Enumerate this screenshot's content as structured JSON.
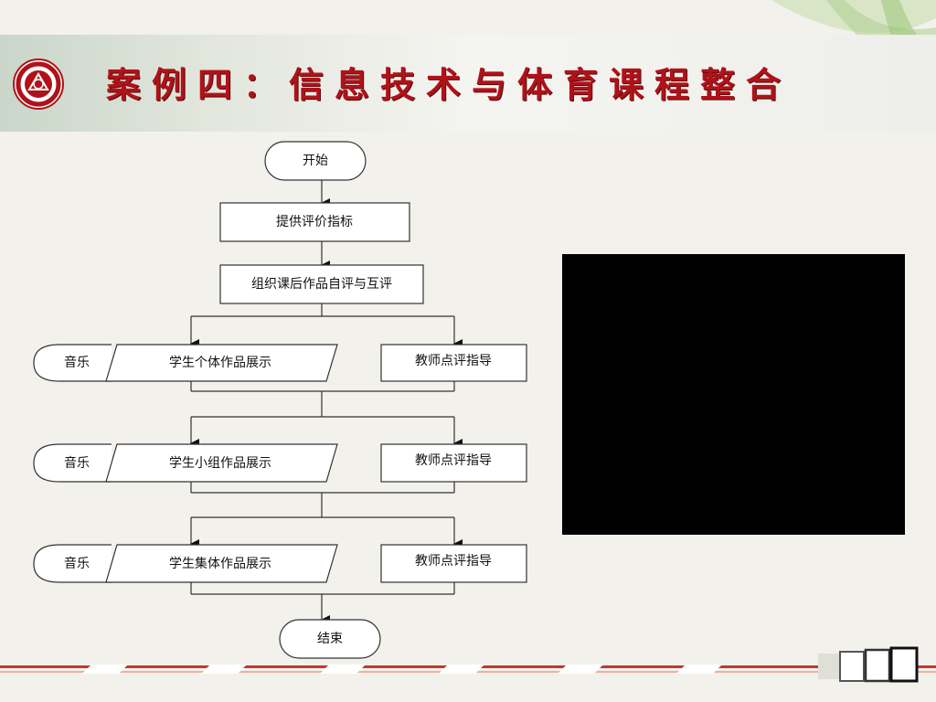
{
  "slide": {
    "title": "案例四：信息技术与体育课程整合"
  },
  "flowchart": {
    "start": "开始",
    "step1": "提供评价指标",
    "step2": "组织课后作品自评与互评",
    "rows": [
      {
        "side": "音乐",
        "show": "学生个体作品展示",
        "teacher": "教师点评指导"
      },
      {
        "side": "音乐",
        "show": "学生小组作品展示",
        "teacher": "教师点评指导"
      },
      {
        "side": "音乐",
        "show": "学生集体作品展示",
        "teacher": "教师点评指导"
      }
    ],
    "end": "结束"
  },
  "colors": {
    "title": "#b0121a",
    "video_panel": "#000000",
    "footer_red": "#c0392b"
  }
}
